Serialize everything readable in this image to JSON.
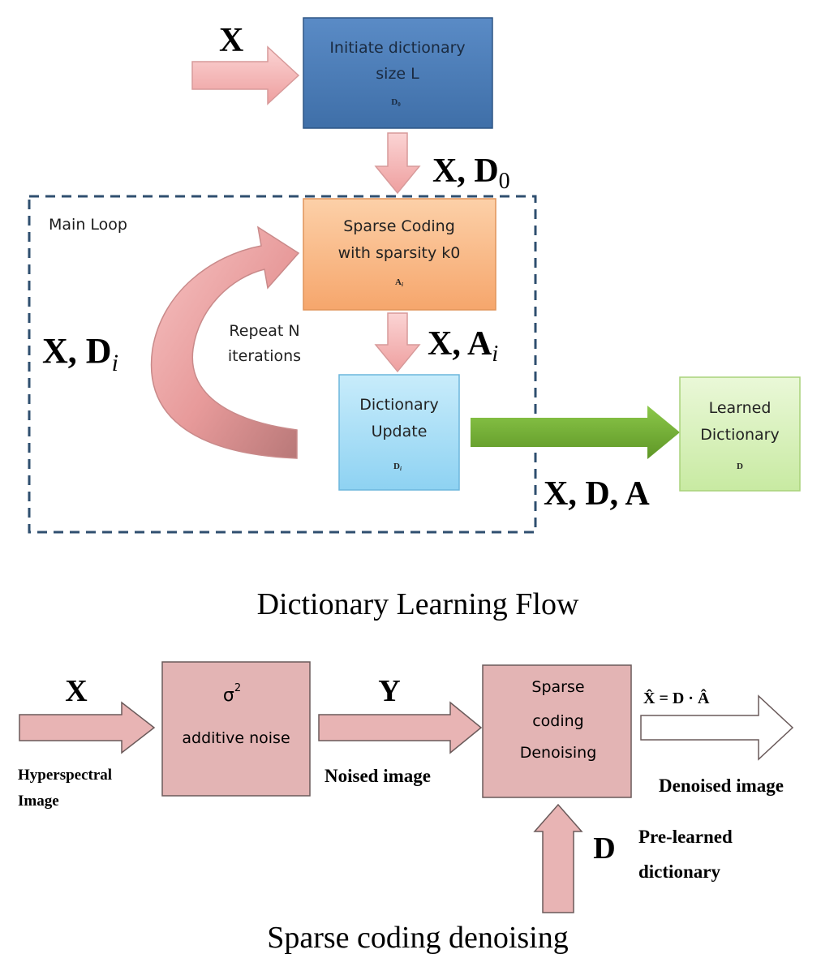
{
  "flow1": {
    "caption": "Dictionary Learning Flow",
    "input_label": "X",
    "init_box": {
      "line1": "Initiate dictionary",
      "line2": "size L",
      "sub": "D",
      "sub_index": "0"
    },
    "arrow_x_d0": {
      "main": "X, D",
      "sub": "0"
    },
    "loop_label": "Main Loop",
    "sparse_box": {
      "line1": "Sparse Coding",
      "line2": "with sparsity k0",
      "sub": "A",
      "sub_index": "i"
    },
    "arrow_x_ai": {
      "main": "X, A",
      "sub": "i"
    },
    "loop_xdi": {
      "main": "X, D",
      "sub": "i"
    },
    "repeat_text": {
      "line1": "Repeat N",
      "line2": "iterations"
    },
    "update_box": {
      "line1": "Dictionary",
      "line2": "Update",
      "sub": "D",
      "sub_index": "i"
    },
    "output_label": "X, D, A",
    "learned_box": {
      "line1": "Learned",
      "line2": "Dictionary",
      "sub": "D"
    }
  },
  "flow2": {
    "caption": "Sparse coding denoising",
    "input_label": "X",
    "input_caption": {
      "line1": "Hyperspectral",
      "line2": "Image"
    },
    "noise_box": {
      "sigma": "σ",
      "sup": "2",
      "label": "additive noise"
    },
    "noised_label": "Y",
    "noised_caption": "Noised image",
    "denoise_box": {
      "line1": "Sparse",
      "line2": "coding",
      "line3": "Denoising"
    },
    "output_formula": "X̂ = D · Â",
    "output_caption": "Denoised image",
    "dict_label": "D",
    "dict_caption": {
      "line1": "Pre-learned",
      "line2": "dictionary"
    }
  },
  "colors": {
    "pink_arrow": "#f4b8b8",
    "pink_arrow_stroke": "#c98a8a",
    "init_box": "#4f81bd",
    "sparse_box": "#f9b98a",
    "update_box": "#a8dcf5",
    "learned_box": "#d7f0b8",
    "green_arrow": "#6fa830",
    "loop_border": "#2f4f6f",
    "denoise_box": "#e3b4b4"
  }
}
